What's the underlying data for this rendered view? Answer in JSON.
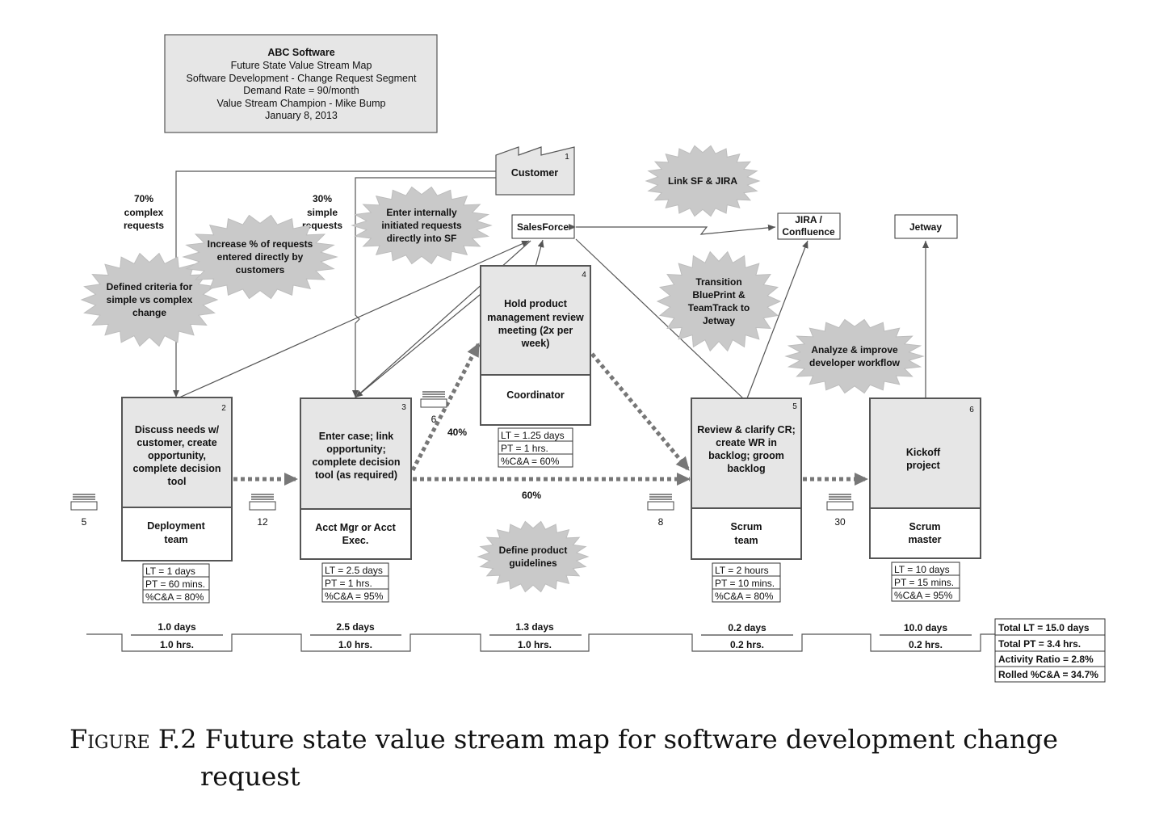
{
  "header": {
    "lines": [
      "ABC Software",
      "Future State Value Stream Map",
      "Software Development - Change Request Segment",
      "Demand Rate = 90/month",
      "Value Stream Champion - Mike Bump",
      "January 8, 2013"
    ]
  },
  "customer": {
    "label": "Customer",
    "num": "1"
  },
  "systems": {
    "salesforce": "SalesForce",
    "jira": [
      "JIRA /",
      "Confluence"
    ],
    "jetway": "Jetway"
  },
  "flow_labels": {
    "complex": [
      "70%",
      "complex",
      "requests"
    ],
    "simple": [
      "30%",
      "simple",
      "requests"
    ],
    "pct40": "40%",
    "pct60": "60%"
  },
  "kaizen": {
    "define_criteria": [
      "Defined criteria for",
      "simple vs complex",
      "change"
    ],
    "increase": [
      "Increase % of requests",
      "entered directly by",
      "customers"
    ],
    "enter_internal": [
      "Enter internally",
      "initiated requests",
      "directly into SF"
    ],
    "link_sf": [
      "Link SF & JIRA"
    ],
    "transition": [
      "Transition",
      "BluePrint &",
      "TeamTrack to",
      "Jetway"
    ],
    "analyze": [
      "Analyze & improve",
      "developer workflow"
    ],
    "define_product": [
      "Define product",
      "guidelines"
    ]
  },
  "processes": [
    {
      "num": "2",
      "title": [
        "Discuss needs w/",
        "customer, create",
        "opportunity,",
        "complete decision",
        "tool"
      ],
      "role": [
        "Deployment",
        "team"
      ],
      "data": [
        "LT = 1 days",
        "PT = 60 mins.",
        "%C&A = 80%"
      ]
    },
    {
      "num": "3",
      "title": [
        "Enter case; link",
        "opportunity;",
        "complete decision",
        "tool (as required)"
      ],
      "role": [
        "Acct Mgr or Acct",
        "Exec."
      ],
      "data": [
        "LT = 2.5 days",
        "PT = 1 hrs.",
        "%C&A = 95%"
      ]
    },
    {
      "num": "4",
      "title": [
        "Hold product",
        "management review",
        "meeting (2x per",
        "week)"
      ],
      "role": [
        "Coordinator"
      ],
      "data": [
        "LT = 1.25 days",
        "PT = 1 hrs.",
        "%C&A = 60%"
      ]
    },
    {
      "num": "5",
      "title": [
        "Review & clarify CR;",
        "create WR in",
        "backlog; groom",
        "backlog"
      ],
      "role": [
        "Scrum",
        "team"
      ],
      "data": [
        "LT = 2 hours",
        "PT = 10 mins.",
        "%C&A = 80%"
      ]
    },
    {
      "num": "6",
      "title": [
        "Kickoff",
        "project"
      ],
      "role": [
        "Scrum",
        "master"
      ],
      "data": [
        "LT = 10 days",
        "PT = 15 mins.",
        "%C&A = 95%"
      ]
    }
  ],
  "inventory": [
    "5",
    "12",
    "6",
    "8",
    "30"
  ],
  "timeline": {
    "days": [
      "1.0 days",
      "2.5 days",
      "1.3 days",
      "0.2 days",
      "10.0 days"
    ],
    "hrs": [
      "1.0 hrs.",
      "1.0 hrs.",
      "1.0 hrs.",
      "0.2 hrs.",
      "0.2 hrs."
    ]
  },
  "totals": [
    "Total LT = 15.0 days",
    "Total PT = 3.4 hrs.",
    "Activity Ratio = 2.8%",
    "Rolled %C&A = 34.7%"
  ],
  "caption": {
    "prefix": "Figure",
    "line1": " F.2 Future state value stream map for software development change",
    "line2": "request"
  }
}
